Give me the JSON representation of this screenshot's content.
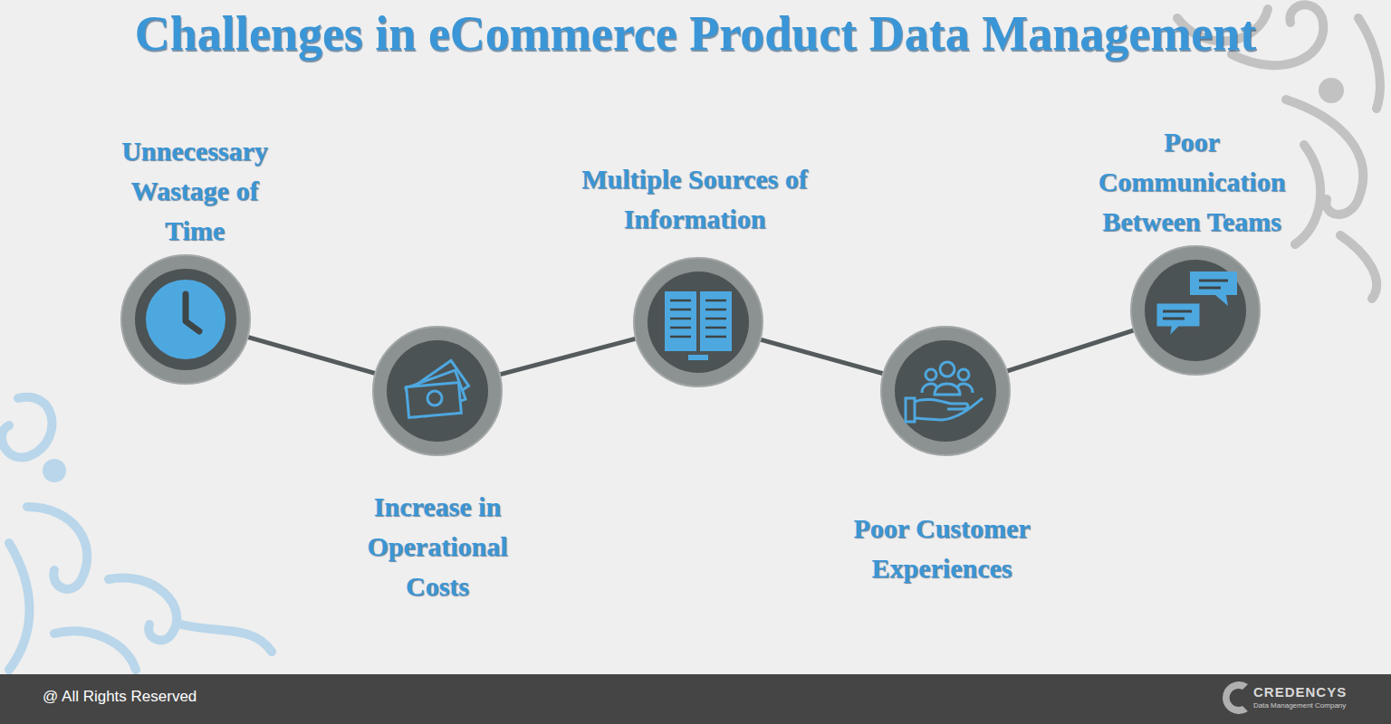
{
  "diagram": {
    "title": "Challenges in eCommerce Product Data Management",
    "nodes": [
      {
        "text": [
          "Unnecessary Wastage of Time"
        ]
      },
      {
        "text": [
          "Increase in Operational Costs"
        ]
      },
      {
        "text": [
          "Multiple Sources of Information"
        ]
      },
      {
        "text": [
          "Poor Customer Experiences"
        ]
      },
      {
        "text": [
          "Poor Communication Between Teams"
        ]
      }
    ],
    "edges": [
      {
        "from": 0,
        "to": 1,
        "arrow": "none"
      },
      {
        "from": 1,
        "to": 2,
        "arrow": "none"
      },
      {
        "from": 2,
        "to": 3,
        "arrow": "none"
      },
      {
        "from": 3,
        "to": 4,
        "arrow": "none"
      }
    ],
    "labels": [
      "@ All Rights Reserved",
      "CREDENCYS",
      "Data Management Company"
    ]
  }
}
